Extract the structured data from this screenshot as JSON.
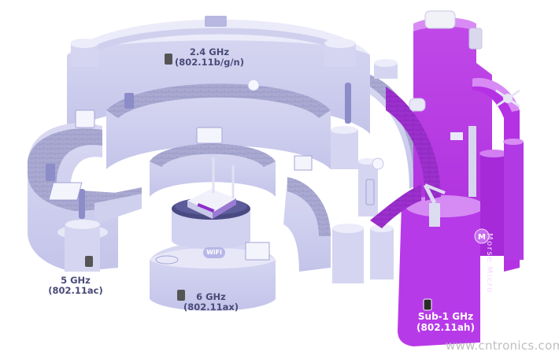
{
  "bands": {
    "ghz24": {
      "line1": "2.4 GHz",
      "line2": "(802.11b/g/n)"
    },
    "ghz5": {
      "line1": "5 GHz",
      "line2": "(802.11ac)"
    },
    "ghz6": {
      "line1": "6 GHz",
      "line2": "(802.11ax)"
    },
    "sub1": {
      "line1": "Sub-1 GHz",
      "line2": "(802.11ah)"
    }
  },
  "router_badge": "WiFi",
  "brand": "Morse Micro",
  "watermark": "www.cntronics.com",
  "colors": {
    "lavender": "#d6d6f2",
    "lavender_dark": "#b9b9e4",
    "lavender_top": "#e7e7f8",
    "magenta": "#b44fe0",
    "magenta_dark": "#8e1fc4",
    "magenta_top": "#cf7cf0"
  }
}
